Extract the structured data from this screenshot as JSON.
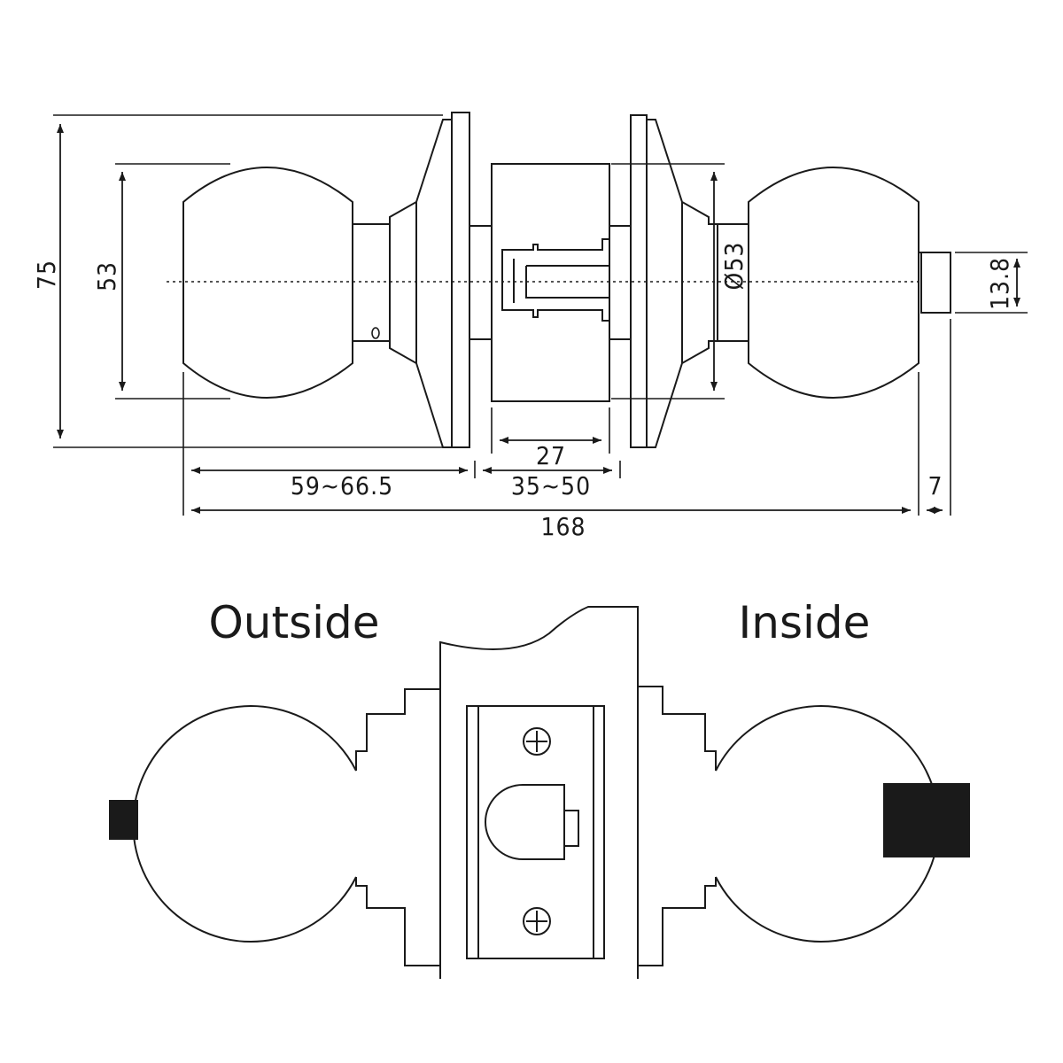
{
  "dimensions": {
    "overall_height": "75",
    "knob_height": "53",
    "rose_diameter": "Ø53",
    "spindle_width": "13.8",
    "latch_depth": "27",
    "door_thickness": "35~50",
    "outside_length": "59~66.5",
    "overall_length": "168",
    "spindle_extension": "7"
  },
  "labels": {
    "outside": "Outside",
    "inside": "Inside"
  },
  "colors": {
    "line": "#1a1a1a",
    "background": "#ffffff"
  }
}
